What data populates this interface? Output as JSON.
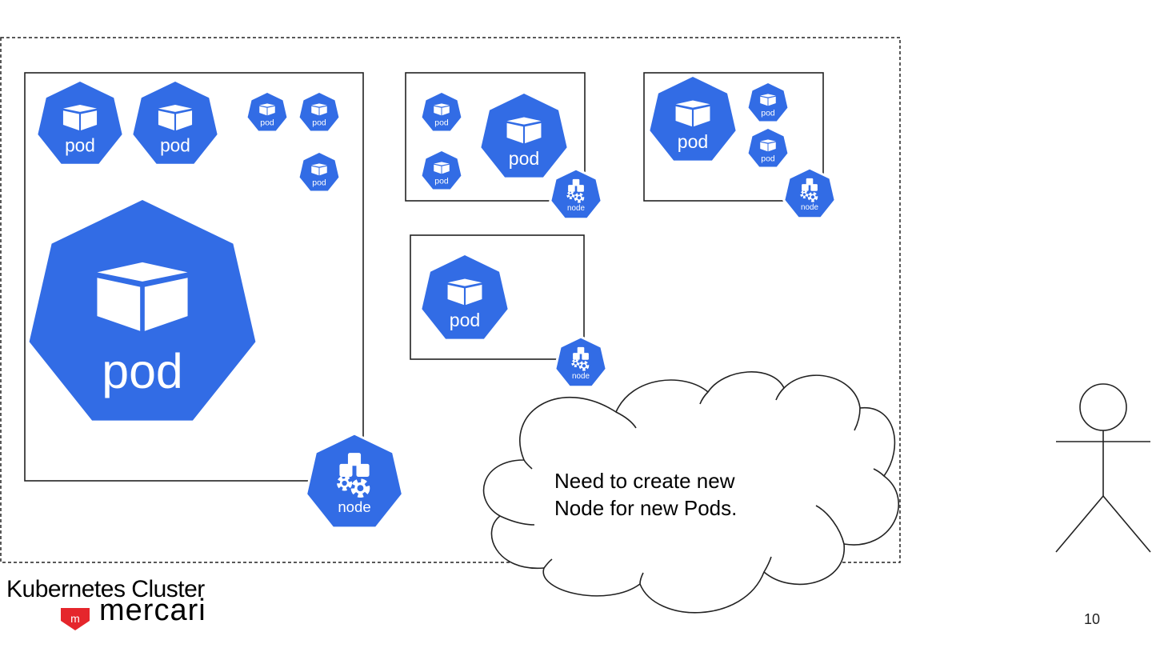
{
  "cluster": {
    "label": "Kubernetes Cluster"
  },
  "labels": {
    "pod": "pod",
    "node": "node"
  },
  "callout": {
    "lines": [
      "Need to create new",
      "Node for new Pods."
    ]
  },
  "footer": {
    "logo_text": "mercari",
    "page_number": "10"
  },
  "colors": {
    "k8s_blue": "#326CE5",
    "stroke": "#000000"
  },
  "icons": {
    "pod": "pod-cube-icon",
    "node": "node-gear-icon",
    "user": "stick-figure-icon"
  }
}
